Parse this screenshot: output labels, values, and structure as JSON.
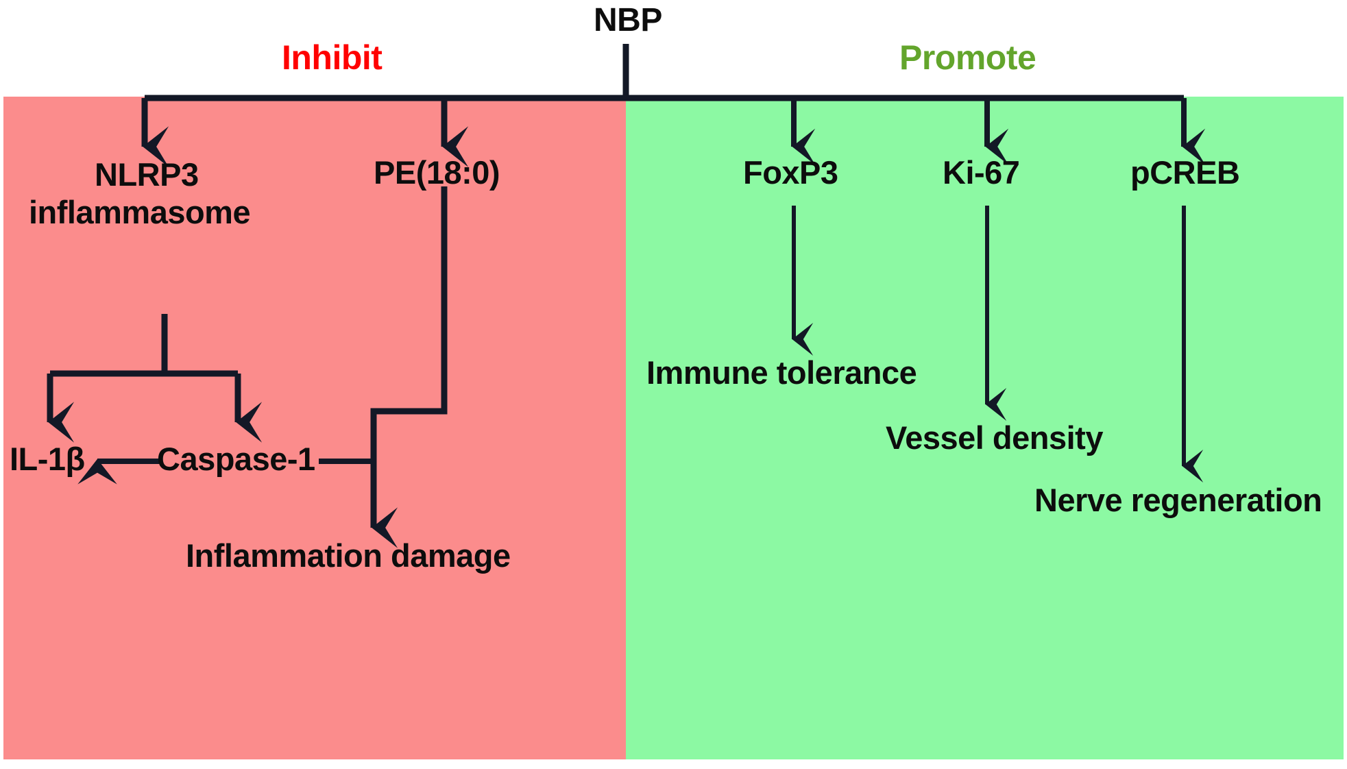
{
  "diagram": {
    "title_node": "NBP",
    "panels": {
      "inhibit": {
        "label": "Inhibit",
        "color": "#FF0000",
        "fill": "#FB8C8C"
      },
      "promote": {
        "label": "Promote",
        "color": "#63A52C",
        "fill": "#8CF9A3"
      }
    },
    "nodes": {
      "nlrp3_line1": "NLRP3",
      "nlrp3_line2": "inflammasome",
      "pe180": "PE(18:0)",
      "il1b": "IL-1β",
      "caspase1": "Caspase-1",
      "inflammation_damage": "Inflammation damage",
      "foxp3": "FoxP3",
      "ki67": "Ki-67",
      "pcreb": "pCREB",
      "immune_tolerance": "Immune tolerance",
      "vessel_density": "Vessel density",
      "nerve_regeneration": "Nerve regeneration"
    },
    "edge_color": "#131826"
  },
  "chart_data": {
    "type": "diagram",
    "title": "NBP mechanism pathway diagram",
    "root": "NBP",
    "branches": [
      {
        "effect": "Inhibit",
        "panel_color": "#FB8C8C",
        "label_color": "#FF0000",
        "targets": [
          {
            "name": "NLRP3 inflammasome",
            "downstream": [
              "IL-1β",
              "Caspase-1"
            ]
          },
          {
            "name": "PE(18:0)",
            "downstream": [
              "Inflammation damage"
            ]
          }
        ],
        "extra_edges": [
          {
            "from": "Caspase-1",
            "to": "IL-1β"
          },
          {
            "from": "Caspase-1",
            "to": "Inflammation damage"
          }
        ]
      },
      {
        "effect": "Promote",
        "panel_color": "#8CF9A3",
        "label_color": "#63A52C",
        "targets": [
          {
            "name": "FoxP3",
            "downstream": [
              "Immune tolerance"
            ]
          },
          {
            "name": "Ki-67",
            "downstream": [
              "Vessel density"
            ]
          },
          {
            "name": "pCREB",
            "downstream": [
              "Nerve regeneration"
            ]
          }
        ]
      }
    ]
  }
}
